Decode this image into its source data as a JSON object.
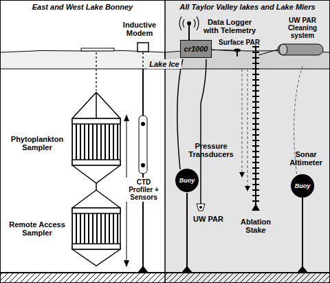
{
  "diagram": {
    "nodes": [
      {
        "text": [
          "East and West Lake Bonney"
        ]
      },
      {
        "text": [
          "All Taylor Valley lakes and Lake Miers"
        ]
      },
      {
        "text": [
          "cr1000"
        ],
        "in": 1
      },
      {
        "text": [
          "Buoy"
        ],
        "in": 1
      },
      {
        "text": [
          "Buoy"
        ],
        "in": 1
      }
    ],
    "labels": [
      "Inductive Modem",
      "Lake Ice",
      "Phytoplankton Sampler",
      "Remote Access Sampler",
      "CTD Profiler + Sensors",
      "Data Logger with Telemetry",
      "Surface PAR",
      "UW PAR Cleaning system",
      "Pressure Transducers",
      "UW PAR",
      "Sonar Altimeter",
      "Ablation Stake"
    ]
  }
}
